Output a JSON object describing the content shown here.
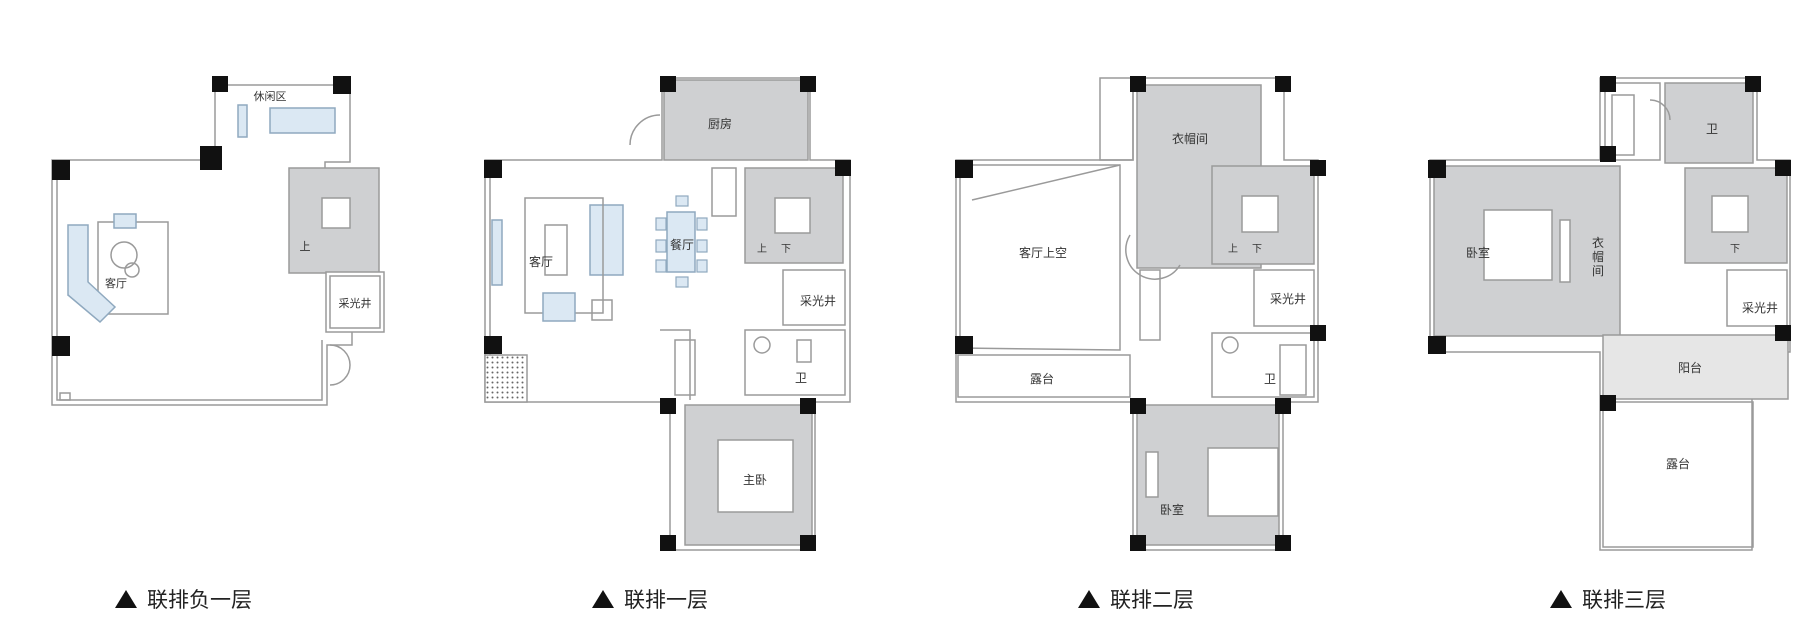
{
  "floors": [
    {
      "caption": "联排负一层",
      "rooms": {
        "rest": "休闲区",
        "living": "客厅",
        "lightwell": "采光井"
      },
      "stair": {
        "up": "上"
      }
    },
    {
      "caption": "联排一层",
      "rooms": {
        "kitchen": "厨房",
        "living": "客厅",
        "dining": "餐厅",
        "lightwell": "采光井",
        "bath": "卫",
        "master": "主卧"
      },
      "stair": {
        "up": "上",
        "down": "下"
      }
    },
    {
      "caption": "联排二层",
      "rooms": {
        "closet": "衣帽间",
        "void": "客厅上空",
        "lightwell": "采光井",
        "terrace": "露台",
        "bath": "卫",
        "bedroom": "卧室"
      },
      "stair": {
        "up": "上",
        "down": "下"
      }
    },
    {
      "caption": "联排三层",
      "rooms": {
        "bath": "卫",
        "bedroom": "卧室",
        "closet": "衣\n帽\n间",
        "lightwell": "采光井",
        "balcony": "阳台",
        "terrace": "露台"
      },
      "stair": {
        "down": "下"
      }
    }
  ],
  "colors": {
    "wall": "#9a9a9a",
    "column": "#111111",
    "room_fill": "#cfd0d2",
    "furniture_blue": "#dbe8f3",
    "furniture_stroke": "#8fa9bf"
  }
}
